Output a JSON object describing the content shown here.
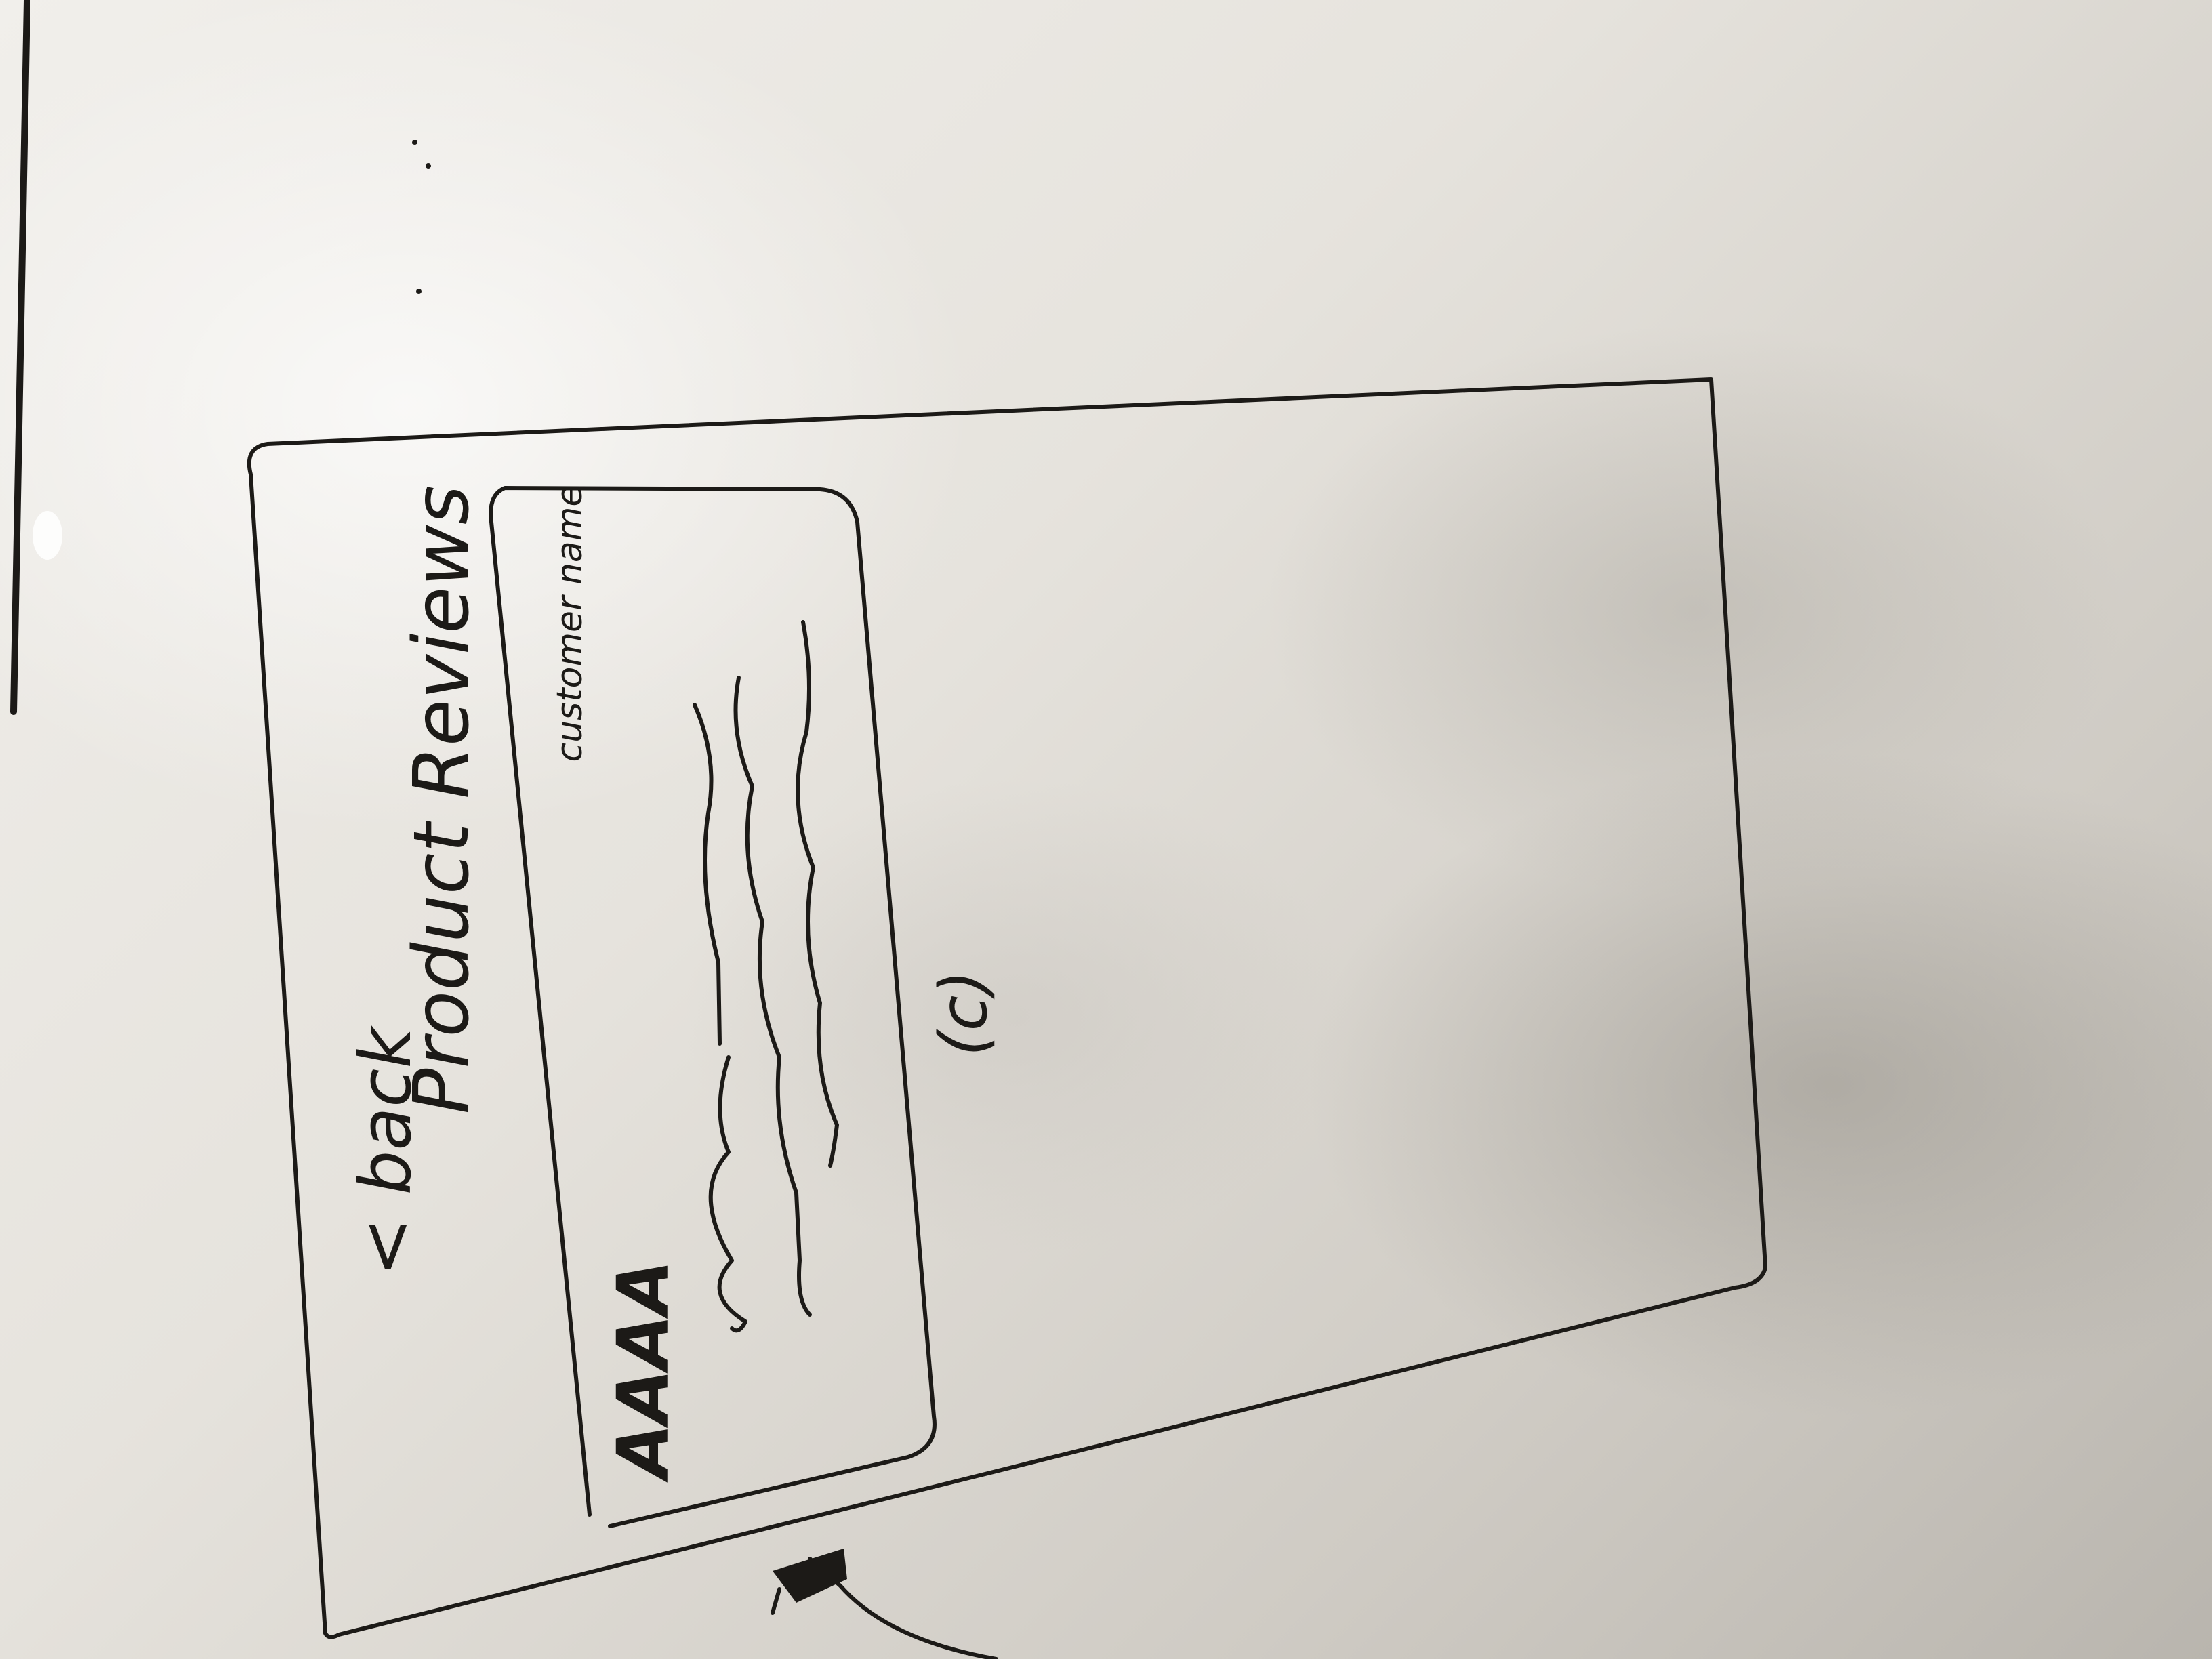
{
  "sketch": {
    "back_label": "< back",
    "header_title": "Product  Reviews",
    "customer_name_label": "customer name",
    "rating_label": "AAAA",
    "page_indicator": "(c)"
  },
  "colors": {
    "ink": "#1c1a17",
    "board": "#e9e6e0"
  }
}
